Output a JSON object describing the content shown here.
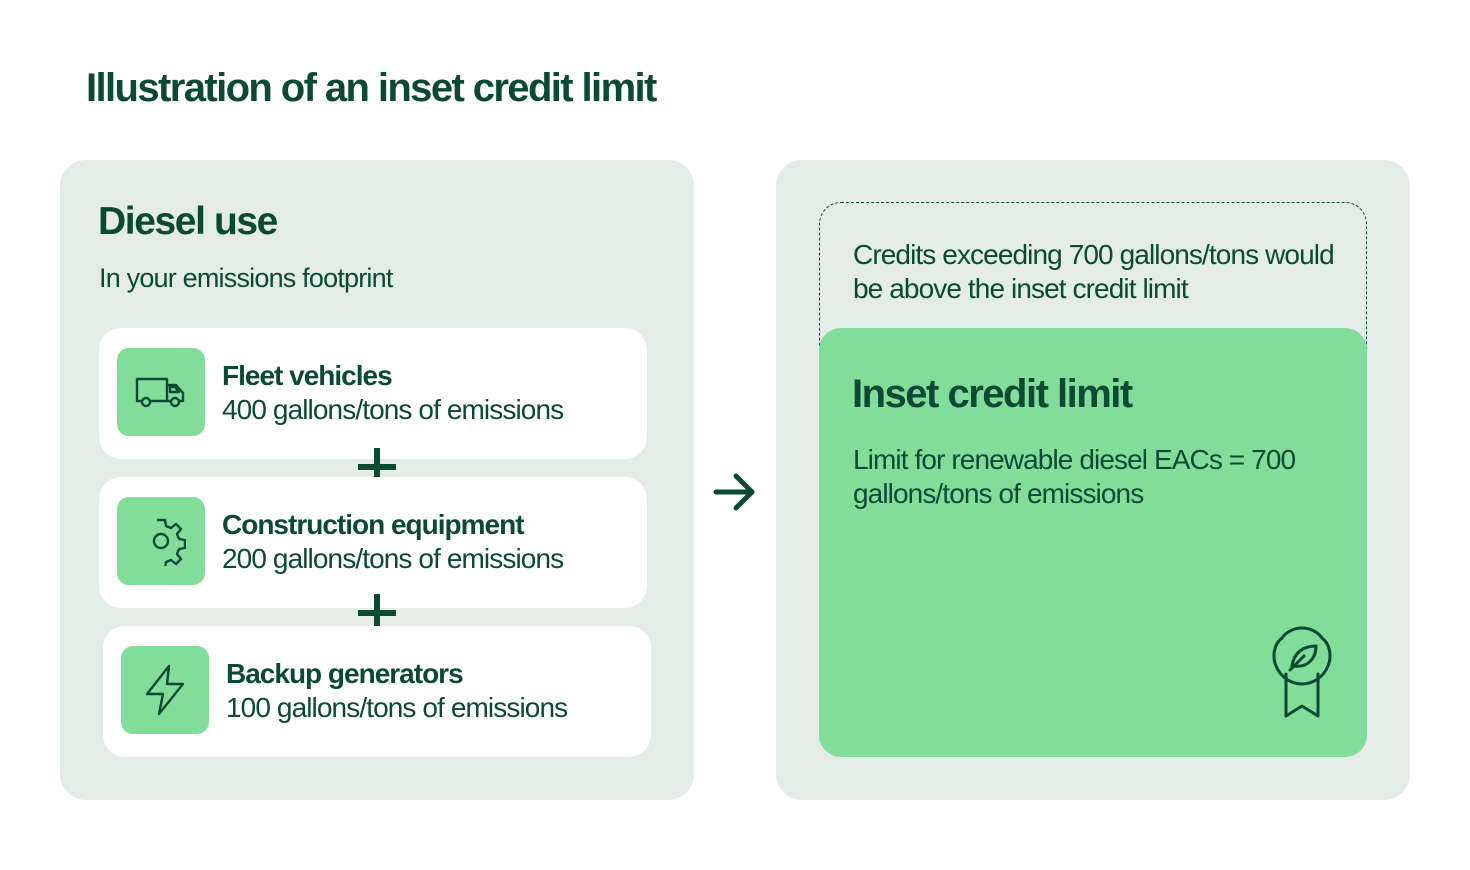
{
  "title": "Illustration of an inset credit limit",
  "left_panel": {
    "heading": "Diesel use",
    "subheading": "In your emissions footprint",
    "items": [
      {
        "icon": "van-icon",
        "title": "Fleet vehicles",
        "value": "400 gallons/tons of emissions"
      },
      {
        "icon": "gear-icon",
        "title": "Construction equipment",
        "value": "200 gallons/tons of emissions"
      },
      {
        "icon": "lightning-icon",
        "title": "Backup generators",
        "value": "100 gallons/tons of emissions"
      }
    ],
    "operator_icon": "plus-icon"
  },
  "connector_icon": "arrow-right-icon",
  "right_panel": {
    "exceed_text": "Credits exceeding 700 gallons/tons would be above the inset credit limit",
    "limit_title": "Inset credit limit",
    "limit_description": "Limit for renewable diesel EACs = 700 gallons/tons of emissions",
    "badge_icon": "award-leaf-icon"
  },
  "colors": {
    "text": "#0a4a33",
    "panel_bg": "#e4ece8",
    "accent_green": "#83dd9a",
    "card_bg": "#ffffff"
  }
}
